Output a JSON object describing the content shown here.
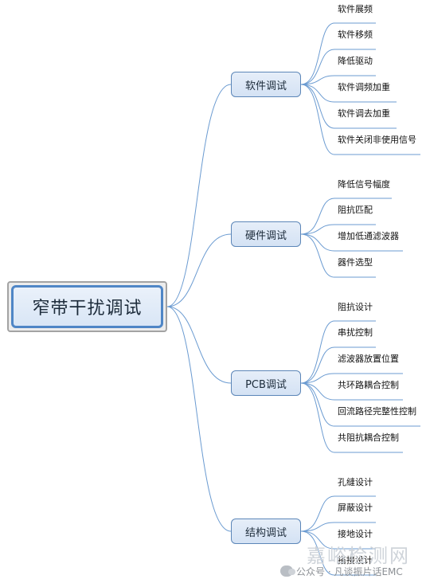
{
  "root": {
    "label": "窄带干扰调试"
  },
  "branches": [
    {
      "id": "software",
      "label": "软件调试",
      "leaves": [
        "软件展频",
        "软件移频",
        "降低驱动",
        "软件调频加重",
        "软件调去加重",
        "软件关闭非使用信号"
      ]
    },
    {
      "id": "hardware",
      "label": "硬件调试",
      "leaves": [
        "降低信号幅度",
        "阻抗匹配",
        "增加低通滤波器",
        "器件选型"
      ]
    },
    {
      "id": "pcb",
      "label": "PCB调试",
      "leaves": [
        "阻抗设计",
        "串扰控制",
        "滤波器放置位置",
        "共环路耦合控制",
        "回流路径完整性控制",
        "共阻抗耦合控制"
      ]
    },
    {
      "id": "structure",
      "label": "结构调试",
      "leaves": [
        "孔缝设计",
        "屏蔽设计",
        "接地设计",
        "搭接设计"
      ]
    }
  ],
  "watermark": {
    "brand": "嘉峪检测网",
    "account": "公众号 · 凡谈振片话EMC"
  },
  "colors": {
    "line": "#6b9bd1",
    "node_border": "#5c86b8",
    "node_fill": "#dce7f6",
    "root_border": "#4f86c6"
  }
}
